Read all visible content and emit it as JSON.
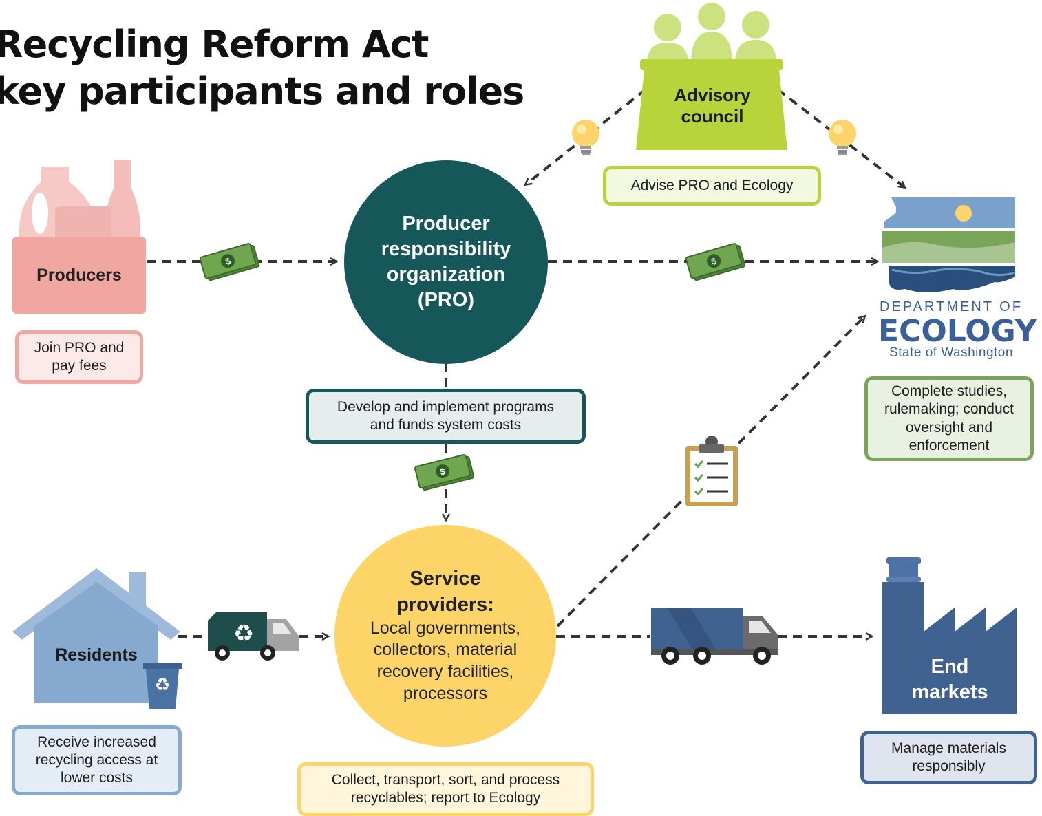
{
  "title": {
    "line1": "Recycling Reform Act",
    "line2": "key participants and roles"
  },
  "nodes": {
    "producers": {
      "label": "Producers",
      "role": "Join PRO and pay fees",
      "color": "#f0a7a2"
    },
    "pro": {
      "line1": "Producer",
      "line2": "responsibility",
      "line3": "organization",
      "line4": "(PRO)",
      "role": "Develop and implement programs and funds system costs",
      "color": "#16585a"
    },
    "advisory": {
      "line1": "Advisory",
      "line2": "council",
      "role": "Advise PRO and Ecology",
      "color": "#b8d43a"
    },
    "ecology": {
      "dept_of": "DEPARTMENT OF",
      "name": "ECOLOGY",
      "state": "State of Washington",
      "role": "Complete studies, rulemaking; conduct oversight and enforcement"
    },
    "residents": {
      "label": "Residents",
      "role": "Receive increased recycling access at lower costs",
      "color": "#86a9d0"
    },
    "service": {
      "title1": "Service",
      "title2": "providers:",
      "desc1": "Local governments,",
      "desc2": "collectors, material",
      "desc3": "recovery facilities,",
      "desc4": "processors",
      "role": "Collect, transport, sort, and process recyclables; report to Ecology",
      "color": "#fdd468"
    },
    "end_markets": {
      "line1": "End",
      "line2": "markets",
      "role": "Manage materials responsibly",
      "color": "#3f6291"
    }
  },
  "icons": [
    "money-icon",
    "lightbulb-icon",
    "clipboard-checklist-icon",
    "recycling-truck-icon",
    "delivery-truck-icon",
    "recycle-bin-icon"
  ]
}
